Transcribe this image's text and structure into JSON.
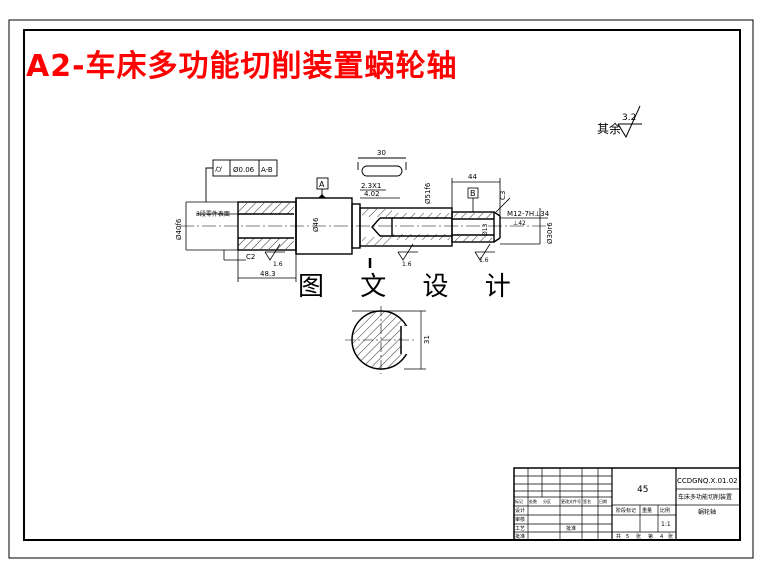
{
  "title": "A2-车床多功能切削装置蜗轮轴",
  "watermark": "图 文 设 计",
  "roughness": {
    "prefix": "其余",
    "value": "3.2"
  },
  "datums": [
    "A",
    "B"
  ],
  "tolerance_frame": {
    "symbol": "⌭",
    "value": "Ø0.06",
    "datum": "A-B"
  },
  "dimensions": {
    "keyway_length": "30",
    "chamfer_left": "2.3X1",
    "small_dim": "4.02",
    "dia_51": "Ø51f6",
    "length_44": "44",
    "left_dia": "Ø40f6",
    "center_dia": "Ø46",
    "right_dia": "Ø30r6",
    "thread": "M12-7H⊥34",
    "thread_depth": "⊥42",
    "bore_dia": "Ø13",
    "chamfer_c2": "C2",
    "chamfer_c3": "C3",
    "length_48": "48.3",
    "section_dim": "31",
    "left_note": "3段零件表面"
  },
  "roughness_marks": [
    "1.6",
    "1.6",
    "1.6"
  ],
  "title_block": {
    "drawing_no": "CCDGNQ.X.01.02",
    "material": "45",
    "part_name": "车床多功能切削装置",
    "part_name2": "蜗轮轴",
    "scale": "1:1",
    "sheet_text": [
      "共",
      "5",
      "张",
      "第",
      "4",
      "张"
    ],
    "row_labels": [
      "设计",
      "审核",
      "工艺",
      "批准"
    ],
    "col_labels": [
      "标记",
      "处数",
      "分区",
      "更改文件号",
      "签名",
      "日期"
    ],
    "mid_labels": [
      "阶段标记",
      "重量",
      "比例"
    ],
    "bottom_label": "批准"
  }
}
